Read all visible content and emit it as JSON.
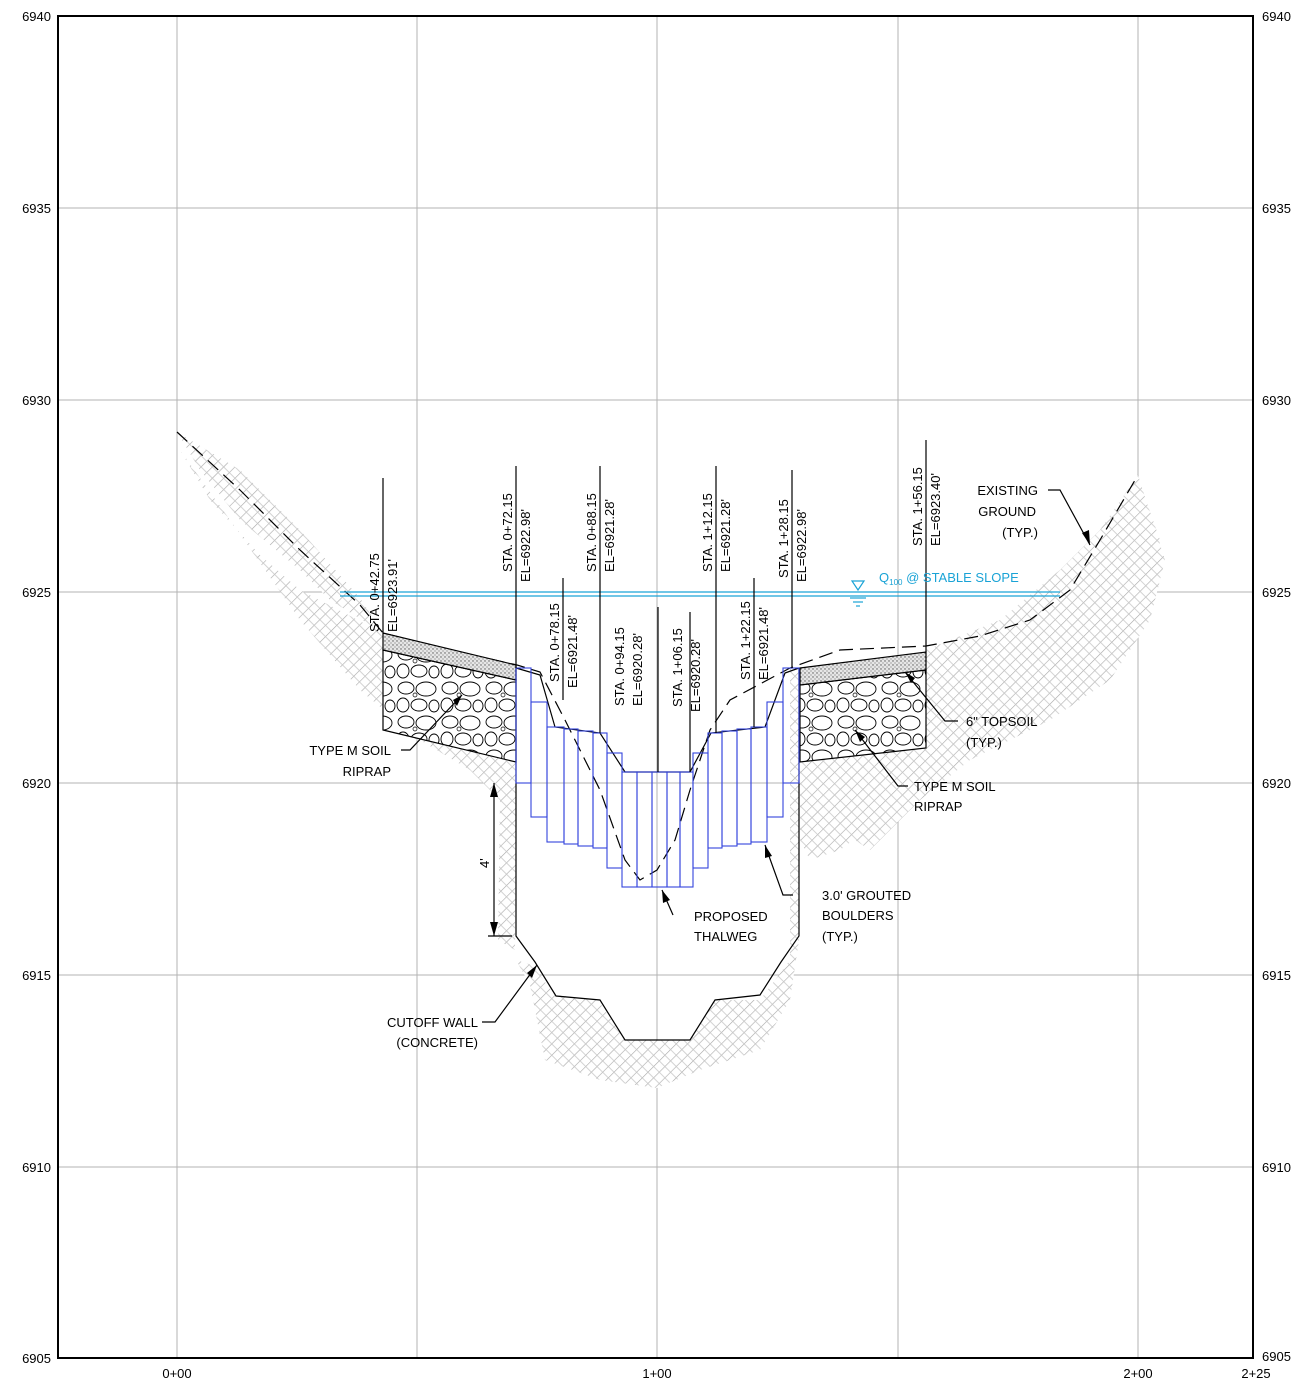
{
  "axes": {
    "y_ticks": [
      "6940",
      "6935",
      "6930",
      "6925",
      "6920",
      "6915",
      "6910",
      "6905"
    ],
    "x_ticks": [
      "0+00",
      "1+00",
      "2+00",
      "2+25"
    ]
  },
  "stations": [
    {
      "sta": "STA. 0+42.75",
      "el": "EL=6923.91'"
    },
    {
      "sta": "STA. 0+72.15",
      "el": "EL=6922.98'"
    },
    {
      "sta": "STA. 0+78.15",
      "el": "EL=6921.48'"
    },
    {
      "sta": "STA. 0+88.15",
      "el": "EL=6921.28'"
    },
    {
      "sta": "STA. 0+94.15",
      "el": "EL=6920.28'"
    },
    {
      "sta": "STA. 1+06.15",
      "el": "EL=6920.28'"
    },
    {
      "sta": "STA. 1+12.15",
      "el": "EL=6921.28'"
    },
    {
      "sta": "STA. 1+22.15",
      "el": "EL=6921.48'"
    },
    {
      "sta": "STA. 1+28.15",
      "el": "EL=6922.98'"
    },
    {
      "sta": "STA. 1+56.15",
      "el": "EL=6923.40'"
    }
  ],
  "water": {
    "q": "Q",
    "sub": "100",
    "text": " @ STABLE SLOPE"
  },
  "callouts": {
    "existing_ground": [
      "EXISTING",
      "GROUND",
      "(TYP.)"
    ],
    "riprap_left": [
      "TYPE M SOIL",
      "RIPRAP"
    ],
    "riprap_right": [
      "TYPE M SOIL",
      "RIPRAP"
    ],
    "topsoil": [
      "6\" TOPSOIL",
      "(TYP.)"
    ],
    "boulders": [
      "3.0' GROUTED",
      "BOULDERS",
      "(TYP.)"
    ],
    "thalweg": [
      "PROPOSED",
      "THALWEG"
    ],
    "cutoff": [
      "CUTOFF WALL",
      "(CONCRETE)"
    ],
    "depth_dim": "4'"
  },
  "colors": {
    "water": "#1aa3d6",
    "boulders": "#3344dd",
    "grid": "#b3b3b3"
  }
}
